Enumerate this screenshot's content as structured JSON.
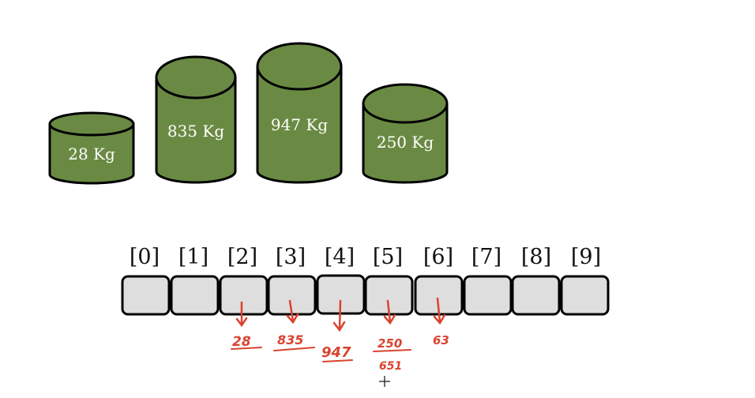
{
  "colors": {
    "cylinder_fill": "#6a8a43",
    "cylinder_stroke": "#000000",
    "cell_fill": "#dedede",
    "annotation": "#d9432f"
  },
  "cylinders": [
    {
      "label": "28 Kg"
    },
    {
      "label": "835 Kg"
    },
    {
      "label": "947 Kg"
    },
    {
      "label": "250 Kg"
    }
  ],
  "array": {
    "indices": [
      "[0]",
      "[1]",
      "[2]",
      "[3]",
      "[4]",
      "[5]",
      "[6]",
      "[7]",
      "[8]",
      "[9]"
    ]
  },
  "annotations": [
    {
      "text": "28"
    },
    {
      "text": "835"
    },
    {
      "text": "947"
    },
    {
      "text": "250"
    },
    {
      "text": "651"
    },
    {
      "text": "63"
    }
  ],
  "cursor": {
    "icon": "crosshair-cursor-icon"
  }
}
